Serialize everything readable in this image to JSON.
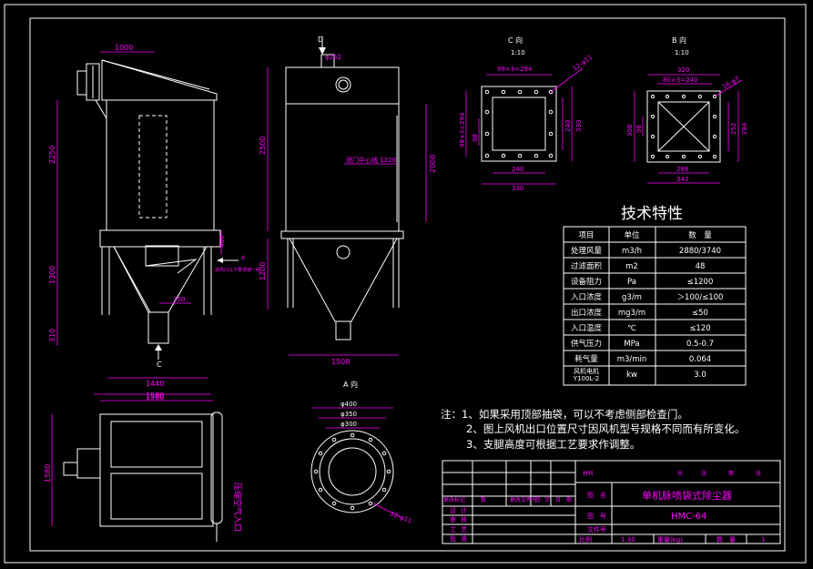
{
  "views": {
    "front_dims": [
      "1000",
      "2250",
      "400",
      "1300",
      "310",
      "1440",
      "350",
      "1580"
    ],
    "side_dims": [
      "D",
      "φ252",
      "2500",
      "2000",
      "1200",
      "1508",
      "进门中心线 1220"
    ],
    "c_view": {
      "title": "C 向",
      "scale": "1:10",
      "dims": [
        "98×3=294",
        "12-φ11",
        "98×3=294",
        "98",
        "240",
        "330",
        "240",
        "330"
      ]
    },
    "b_view": {
      "title": "B 向",
      "scale": "1:10",
      "dims": [
        "320",
        "80×3=240",
        "16-φ7",
        "308",
        "98",
        "252",
        "284",
        "288",
        "343"
      ]
    },
    "a_view": {
      "title": "A 向",
      "dims": [
        "φ400",
        "φ350",
        "φ300",
        "12-φ11"
      ]
    },
    "plan_dims": [
      "1580",
      "1580"
    ],
    "side_labels": [
      "A",
      "C",
      "进风口以下要求接一组"
    ],
    "vertical_text": "压缩空气入口"
  },
  "tech": {
    "title": "技术特性",
    "headers": [
      "项目",
      "单位",
      "数　量"
    ],
    "rows": [
      [
        "处理风量",
        "m3/h",
        "2880/3740"
      ],
      [
        "过滤面积",
        "m2",
        "48"
      ],
      [
        "设备阻力",
        "Pa",
        "≤1200"
      ],
      [
        "入口浓度",
        "g3/m",
        "＞100/≤100"
      ],
      [
        "出口浓度",
        "mg3/m",
        "≤50"
      ],
      [
        "入口温度",
        "℃",
        "≤120"
      ],
      [
        "供气压力",
        "MPa",
        "0.5-0.7"
      ],
      [
        "耗气量",
        "m3/min",
        "0.064"
      ],
      [
        "风机电机\nY100L-2",
        "kw",
        "3.0"
      ]
    ]
  },
  "notes": [
    "注：1、如果采用顶部抽袋，可以不考虑侧部检查门。",
    "2、图上风机出口位置尺寸因风机型号规格不同而有所变化。",
    "3、支腿高度可根据工艺要求作调整。"
  ],
  "title_block": {
    "left_labels": [
      "更改标记",
      "数",
      "更改文件号",
      "签",
      "字",
      "日",
      "期",
      "设",
      "计",
      "审",
      "核",
      "工",
      "艺",
      "批",
      "准"
    ],
    "drawing_name_label": "图　名",
    "drawing_name": "单机脉喷袋式除尘器",
    "drawing_no_label": "图　号",
    "drawing_no": "HMC-64",
    "file_label": "文件号",
    "scale_label": "比例",
    "scale": "1:30",
    "weight_label": "重量(kg)",
    "qty_label": "数　量",
    "qty": "1",
    "extra": [
      "材料",
      "共",
      "张",
      "第",
      "张"
    ]
  },
  "colors": {
    "line": "#ffffff",
    "dim": "#ff00ff",
    "bg": "#000000"
  }
}
